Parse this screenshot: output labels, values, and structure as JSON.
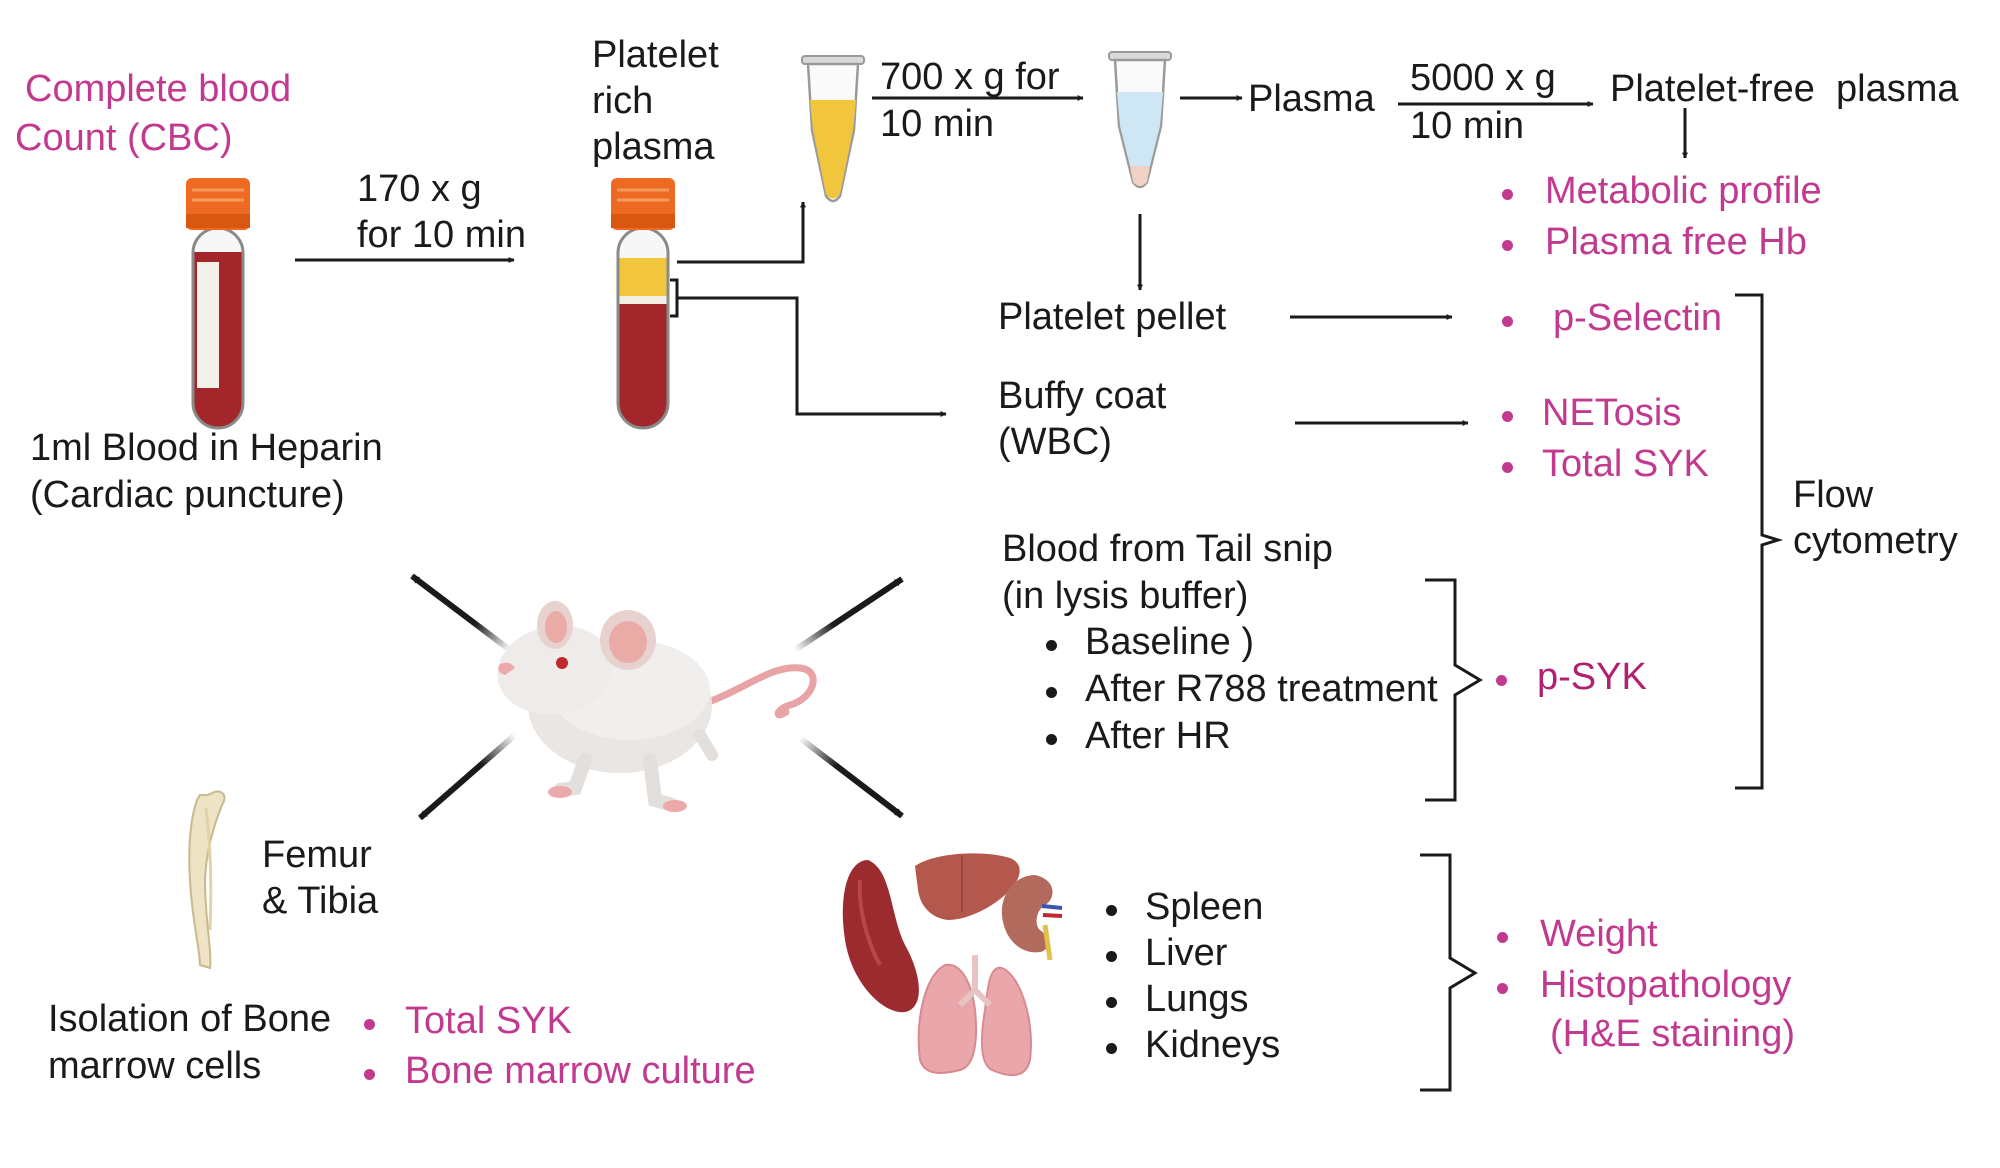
{
  "colors": {
    "pink": "#c23a90",
    "dark_pink": "#b0216f",
    "text": "#1a1a1a",
    "arrow": "#1a1a1a",
    "tube_cap": "#ee6a22",
    "blood": "#a3262a",
    "plasma_yellow": "#f2c63c",
    "plasma_blue": "#cfe6f5"
  },
  "cbc": {
    "line1": "Complete blood",
    "line2": "Count (CBC)"
  },
  "blood_collection": {
    "line1": "1ml Blood in Heparin",
    "line2": "(Cardiac puncture)"
  },
  "spin1": {
    "line1": "170 x g",
    "line2": "for 10 min"
  },
  "prp": {
    "line1": "Platelet",
    "line2": "rich",
    "line3": "plasma"
  },
  "spin2": {
    "line1": "700 x g for",
    "line2": "10 min"
  },
  "plasma": "Plasma",
  "spin3": {
    "line1": "5000 x g",
    "line2": "10 min"
  },
  "pfp": "Platelet-free  plasma",
  "pfp_outputs": [
    "Metabolic profile",
    "Plasma free Hb"
  ],
  "platelet_pellet": "Platelet pellet",
  "pellet_output": "p-Selectin",
  "buffy": {
    "line1": "Buffy coat",
    "line2": "(WBC)"
  },
  "buffy_outputs": [
    "NETosis",
    "Total SYK"
  ],
  "flow": {
    "line1": "Flow",
    "line2": "cytometry"
  },
  "tail": {
    "line1": "Blood from Tail snip",
    "line2": "(in lysis buffer)",
    "items": [
      "Baseline )",
      "After R788 treatment",
      "After HR"
    ]
  },
  "tail_output": "p-SYK",
  "bone": {
    "line1": "Femur",
    "line2": "& Tibia"
  },
  "marrow": {
    "line1": "Isolation of Bone",
    "line2": "marrow cells"
  },
  "marrow_outputs": [
    "Total SYK",
    "Bone marrow culture"
  ],
  "organs": [
    "Spleen",
    "Liver",
    "Lungs",
    "Kidneys"
  ],
  "organ_outputs": [
    "Weight",
    "Histopathology",
    "(H&E staining)"
  ]
}
